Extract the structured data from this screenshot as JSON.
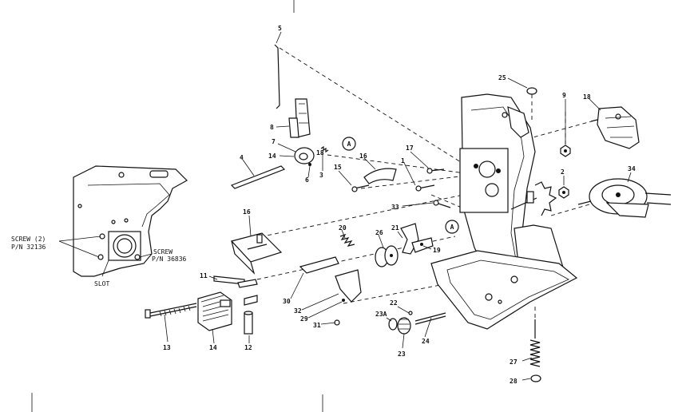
{
  "callouts": [
    {
      "id": "c5",
      "text": "5"
    },
    {
      "id": "c8",
      "text": "8"
    },
    {
      "id": "c7",
      "text": "7"
    },
    {
      "id": "c14a",
      "text": "14"
    },
    {
      "id": "c6",
      "text": "6"
    },
    {
      "id": "c3",
      "text": "3"
    },
    {
      "id": "c18a",
      "text": "18"
    },
    {
      "id": "c4",
      "text": "4"
    },
    {
      "id": "c15",
      "text": "15"
    },
    {
      "id": "c16a",
      "text": "16"
    },
    {
      "id": "c17",
      "text": "17"
    },
    {
      "id": "c1",
      "text": "1"
    },
    {
      "id": "c33",
      "text": "33"
    },
    {
      "id": "c25",
      "text": "25"
    },
    {
      "id": "c9",
      "text": "9"
    },
    {
      "id": "c18b",
      "text": "18"
    },
    {
      "id": "c2",
      "text": "2"
    },
    {
      "id": "c34",
      "text": "34"
    },
    {
      "id": "c16b",
      "text": "16"
    },
    {
      "id": "c20",
      "text": "20"
    },
    {
      "id": "c26",
      "text": "26"
    },
    {
      "id": "c21",
      "text": "21"
    },
    {
      "id": "c19",
      "text": "19"
    },
    {
      "id": "c11",
      "text": "11"
    },
    {
      "id": "c30",
      "text": "30"
    },
    {
      "id": "c32",
      "text": "32"
    },
    {
      "id": "c29",
      "text": "29"
    },
    {
      "id": "c31",
      "text": "31"
    },
    {
      "id": "c22a",
      "text": "22"
    },
    {
      "id": "c23a",
      "text": "23A"
    },
    {
      "id": "c23",
      "text": "23"
    },
    {
      "id": "c24",
      "text": "24"
    },
    {
      "id": "c13",
      "text": "13"
    },
    {
      "id": "c14b",
      "text": "14"
    },
    {
      "id": "c12",
      "text": "12"
    },
    {
      "id": "c27",
      "text": "27"
    },
    {
      "id": "c28",
      "text": "28"
    }
  ],
  "markers": [
    {
      "id": "mA1",
      "text": "A"
    },
    {
      "id": "mA2",
      "text": "A"
    }
  ],
  "inset": {
    "screen_left_line1": "SCREW (2)",
    "screen_left_line2": "P/N 32136",
    "screen_right_line1": "SCREW",
    "screen_right_line2": "P/N 36836",
    "slot": "SLOT"
  }
}
